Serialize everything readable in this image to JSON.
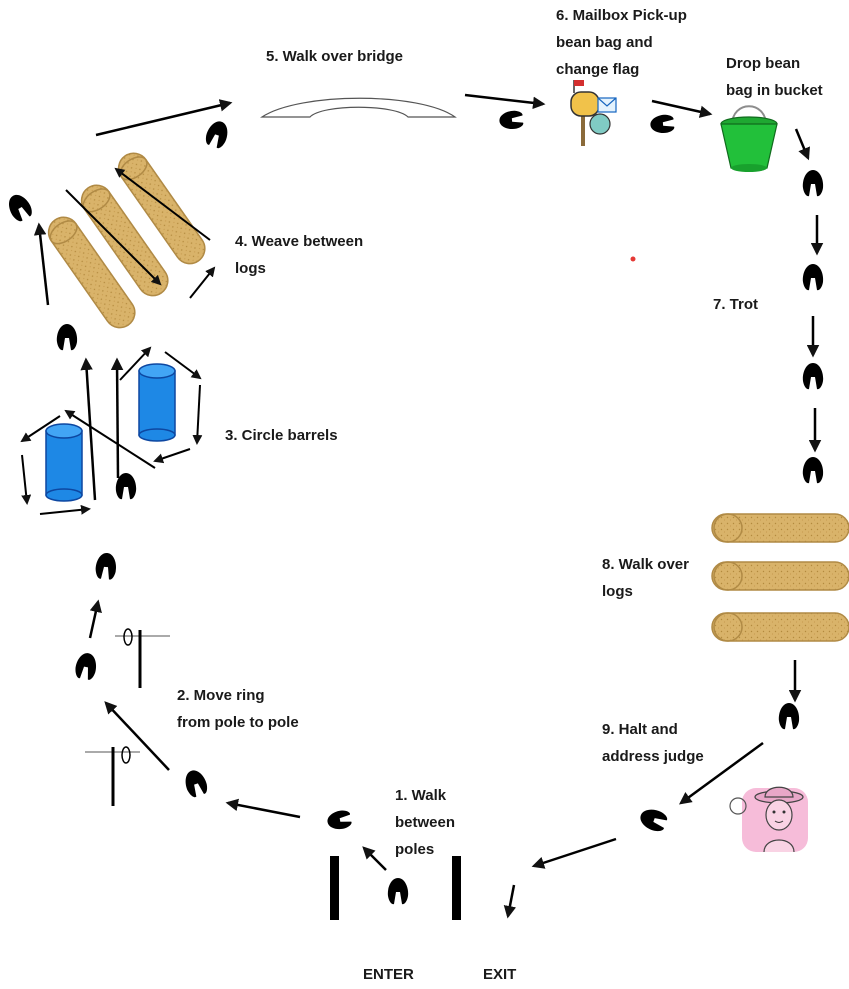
{
  "stations": {
    "s1": [
      "1. Walk",
      "between",
      "poles"
    ],
    "s2": [
      "2. Move ring",
      "from pole to pole"
    ],
    "s3": [
      "3. Circle barrels"
    ],
    "s4": [
      "4. Weave between",
      "logs"
    ],
    "s5": [
      "5. Walk over bridge"
    ],
    "s6": [
      "6. Mailbox Pick-up",
      "bean bag and",
      "change flag"
    ],
    "s6b": [
      "Drop bean",
      "bag in bucket"
    ],
    "s7": [
      "7. Trot"
    ],
    "s8": [
      "8. Walk over",
      "logs"
    ],
    "s9": [
      "9. Halt and",
      "address judge"
    ]
  },
  "enter": "ENTER",
  "exit": "EXIT",
  "icons": [
    "hoofprint-icon",
    "mailbox-icon",
    "bucket-icon",
    "judge-icon",
    "barrel-icon",
    "log-icon",
    "pole-icon",
    "ring-icon",
    "bridge-icon",
    "arrow-icon"
  ],
  "colors": {
    "log": "#d9b36a",
    "barrel": "#1e88e5",
    "bucket": "#22c03a",
    "judge_bg": "#f6bcd9",
    "marker": "#e53935"
  }
}
